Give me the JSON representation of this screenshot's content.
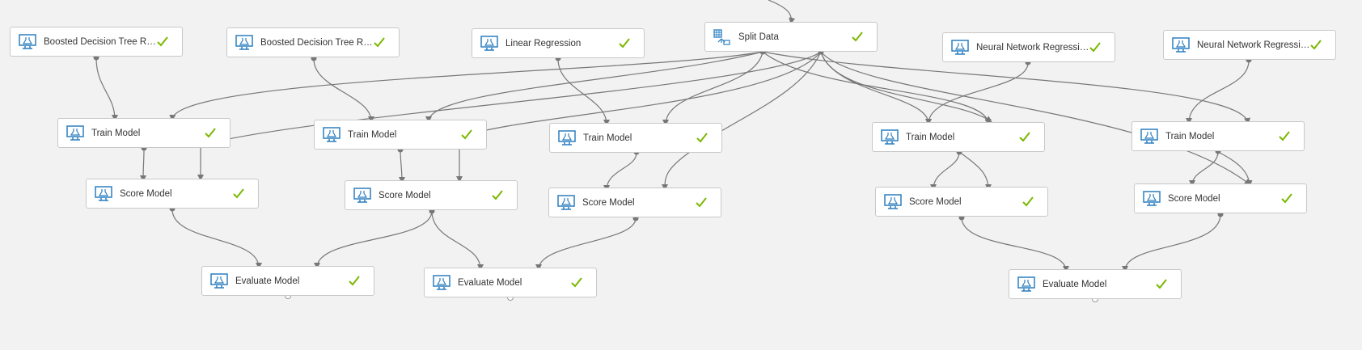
{
  "colors": {
    "canvas_bg": "#f2f2f2",
    "node_bg": "#ffffff",
    "node_border": "#c8c8c8",
    "edge": "#777777",
    "port": "#777777",
    "check": "#7ab800",
    "icon": "#2b7fc1"
  },
  "nodes": {
    "bdt1": {
      "label": "Boosted Decision Tree Regr...",
      "icon": "monitor-flask-icon",
      "status": "check-icon"
    },
    "bdt2": {
      "label": "Boosted Decision Tree Regr...",
      "icon": "monitor-flask-icon",
      "status": "check-icon"
    },
    "lr": {
      "label": "Linear Regression",
      "icon": "monitor-flask-icon",
      "status": "check-icon"
    },
    "split": {
      "label": "Split Data",
      "icon": "split-data-icon",
      "status": "check-icon"
    },
    "nn1": {
      "label": "Neural Network Regression",
      "icon": "monitor-flask-icon",
      "status": "check-icon"
    },
    "nn2": {
      "label": "Neural Network Regression",
      "icon": "monitor-flask-icon",
      "status": "check-icon"
    },
    "train1": {
      "label": "Train Model",
      "icon": "monitor-flask-icon",
      "status": "check-icon"
    },
    "train2": {
      "label": "Train Model",
      "icon": "monitor-flask-icon",
      "status": "check-icon"
    },
    "train3": {
      "label": "Train Model",
      "icon": "monitor-flask-icon",
      "status": "check-icon"
    },
    "train4": {
      "label": "Train Model",
      "icon": "monitor-flask-icon",
      "status": "check-icon"
    },
    "train5": {
      "label": "Train Model",
      "icon": "monitor-flask-icon",
      "status": "check-icon"
    },
    "score1": {
      "label": "Score Model",
      "icon": "monitor-flask-icon",
      "status": "check-icon"
    },
    "score2": {
      "label": "Score Model",
      "icon": "monitor-flask-icon",
      "status": "check-icon"
    },
    "score3": {
      "label": "Score Model",
      "icon": "monitor-flask-icon",
      "status": "check-icon"
    },
    "score4": {
      "label": "Score Model",
      "icon": "monitor-flask-icon",
      "status": "check-icon"
    },
    "score5": {
      "label": "Score Model",
      "icon": "monitor-flask-icon",
      "status": "check-icon"
    },
    "eval1": {
      "label": "Evaluate Model",
      "icon": "monitor-flask-icon",
      "status": "check-icon"
    },
    "eval2": {
      "label": "Evaluate Model",
      "icon": "monitor-flask-icon",
      "status": "check-icon"
    },
    "eval3": {
      "label": "Evaluate Model",
      "icon": "monitor-flask-icon",
      "status": "check-icon"
    }
  }
}
